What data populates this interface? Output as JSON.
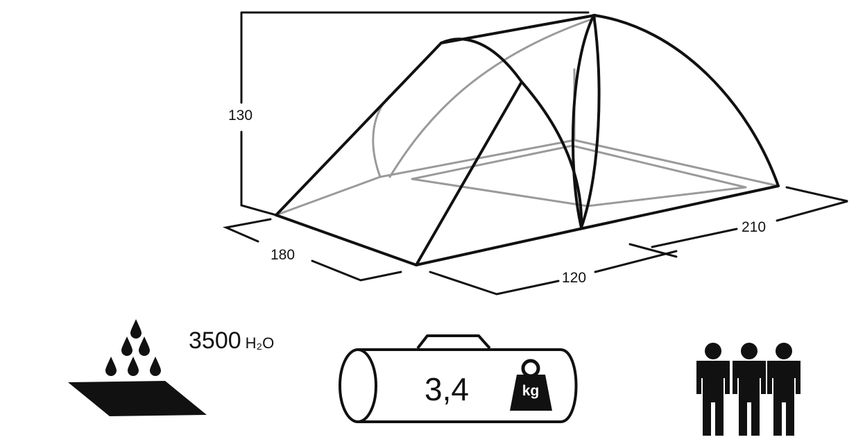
{
  "dimensions": {
    "height": "130",
    "length": "210",
    "width": "180",
    "vestibule": "120"
  },
  "waterproof": {
    "value": "3500",
    "unit": "H₂O",
    "icon": "rain-drops-ground-icon"
  },
  "weight": {
    "value": "3,4",
    "unit": "kg",
    "icon": "kg-weight-icon",
    "bag_icon": "carry-bag-icon"
  },
  "capacity": {
    "persons": 3,
    "icon": "person-icon"
  },
  "colors": {
    "outline": "#111111",
    "inner_outline": "#9a9a9a",
    "fill": "#111111",
    "background": "#ffffff"
  }
}
